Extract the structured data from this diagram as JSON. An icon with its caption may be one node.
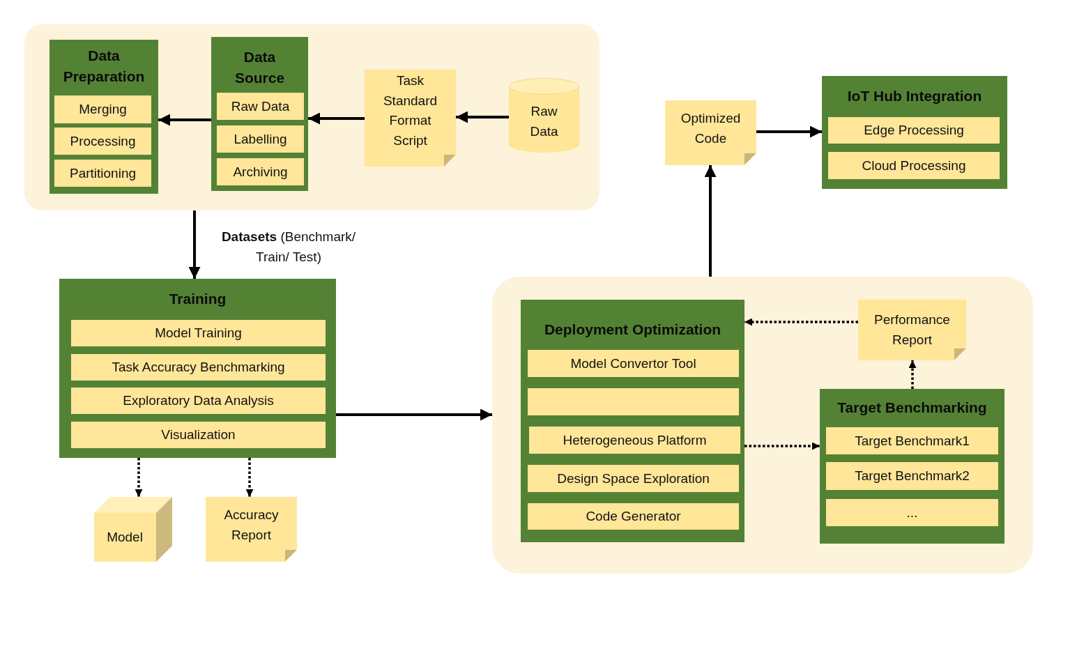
{
  "diagram": {
    "nodes": [
      {
        "text": [],
        "shape": "box"
      },
      {
        "text": [
          "Data Preparation"
        ],
        "in": 0
      },
      {
        "text": [
          "Merging"
        ],
        "in": 1
      },
      {
        "text": [
          "Processing"
        ],
        "in": 1
      },
      {
        "text": [
          "Partitioning"
        ],
        "in": 1
      },
      {
        "text": [
          "Data Source"
        ],
        "in": 0
      },
      {
        "text": [
          "Raw Data"
        ],
        "in": 5
      },
      {
        "text": [
          "Labelling"
        ],
        "in": 5
      },
      {
        "text": [
          "Archiving"
        ],
        "in": 5
      },
      {
        "text": [
          "Task Standard Format Script"
        ],
        "in": 0
      },
      {
        "text": [
          "Raw Data"
        ],
        "in": 0
      },
      {
        "text": [
          "Optimized Code"
        ]
      },
      {
        "text": [
          "IoT Hub Integration"
        ]
      },
      {
        "text": [
          "Edge Processing"
        ],
        "in": 12
      },
      {
        "text": [
          "Cloud Processing"
        ],
        "in": 12
      },
      {
        "text": [
          "Training"
        ]
      },
      {
        "text": [
          "Model Training"
        ],
        "in": 15
      },
      {
        "text": [
          "Task Accuracy Benchmarking"
        ],
        "in": 15
      },
      {
        "text": [
          "Exploratory Data Analysis"
        ],
        "in": 15
      },
      {
        "text": [
          "Visualization"
        ],
        "in": 15
      },
      {
        "text": [
          "Model"
        ]
      },
      {
        "text": [
          "Accuracy Report"
        ]
      },
      {
        "text": [],
        "shape": "box"
      },
      {
        "text": [
          "Deployment Optimization"
        ],
        "in": 22
      },
      {
        "text": [
          "Model Convertor Tool"
        ],
        "in": 23
      },
      {
        "text": [],
        "shape": "box",
        "in": 23
      },
      {
        "text": [
          "Heterogeneous Platform"
        ],
        "in": 23
      },
      {
        "text": [
          "Design Space Exploration"
        ],
        "in": 23
      },
      {
        "text": [
          "Code Generator"
        ],
        "in": 23
      },
      {
        "text": [
          "Performance Report"
        ],
        "in": 22
      },
      {
        "text": [
          "Target Benchmarking"
        ],
        "in": 22
      },
      {
        "text": [
          "Target Benchmark1"
        ],
        "in": 30
      },
      {
        "text": [
          "Target Benchmark2"
        ],
        "in": 30
      },
      {
        "text": [
          "..."
        ],
        "in": 30
      }
    ],
    "edges": [
      {
        "from": 5,
        "to": 1,
        "arrow": "to"
      },
      {
        "from": 9,
        "to": 5,
        "arrow": "to"
      },
      {
        "from": 10,
        "to": 9,
        "arrow": "to"
      },
      {
        "from": 0,
        "to": 15,
        "arrow": "to",
        "label": "**Datasets** (Benchmark/ Train/ Test)"
      },
      {
        "from": 15,
        "to": 20,
        "arrow": "to",
        "style": "dashed"
      },
      {
        "from": 15,
        "to": 21,
        "arrow": "to",
        "style": "dashed"
      },
      {
        "from": 15,
        "to": 22,
        "arrow": "to"
      },
      {
        "from": 22,
        "to": 11,
        "arrow": "to"
      },
      {
        "from": 11,
        "to": 12,
        "arrow": "to"
      },
      {
        "from": 29,
        "to": 23,
        "arrow": "to",
        "style": "dashed"
      },
      {
        "from": 23,
        "to": 30,
        "arrow": "to",
        "style": "dashed"
      },
      {
        "from": 30,
        "to": 29,
        "arrow": "to",
        "style": "dashed"
      }
    ]
  }
}
